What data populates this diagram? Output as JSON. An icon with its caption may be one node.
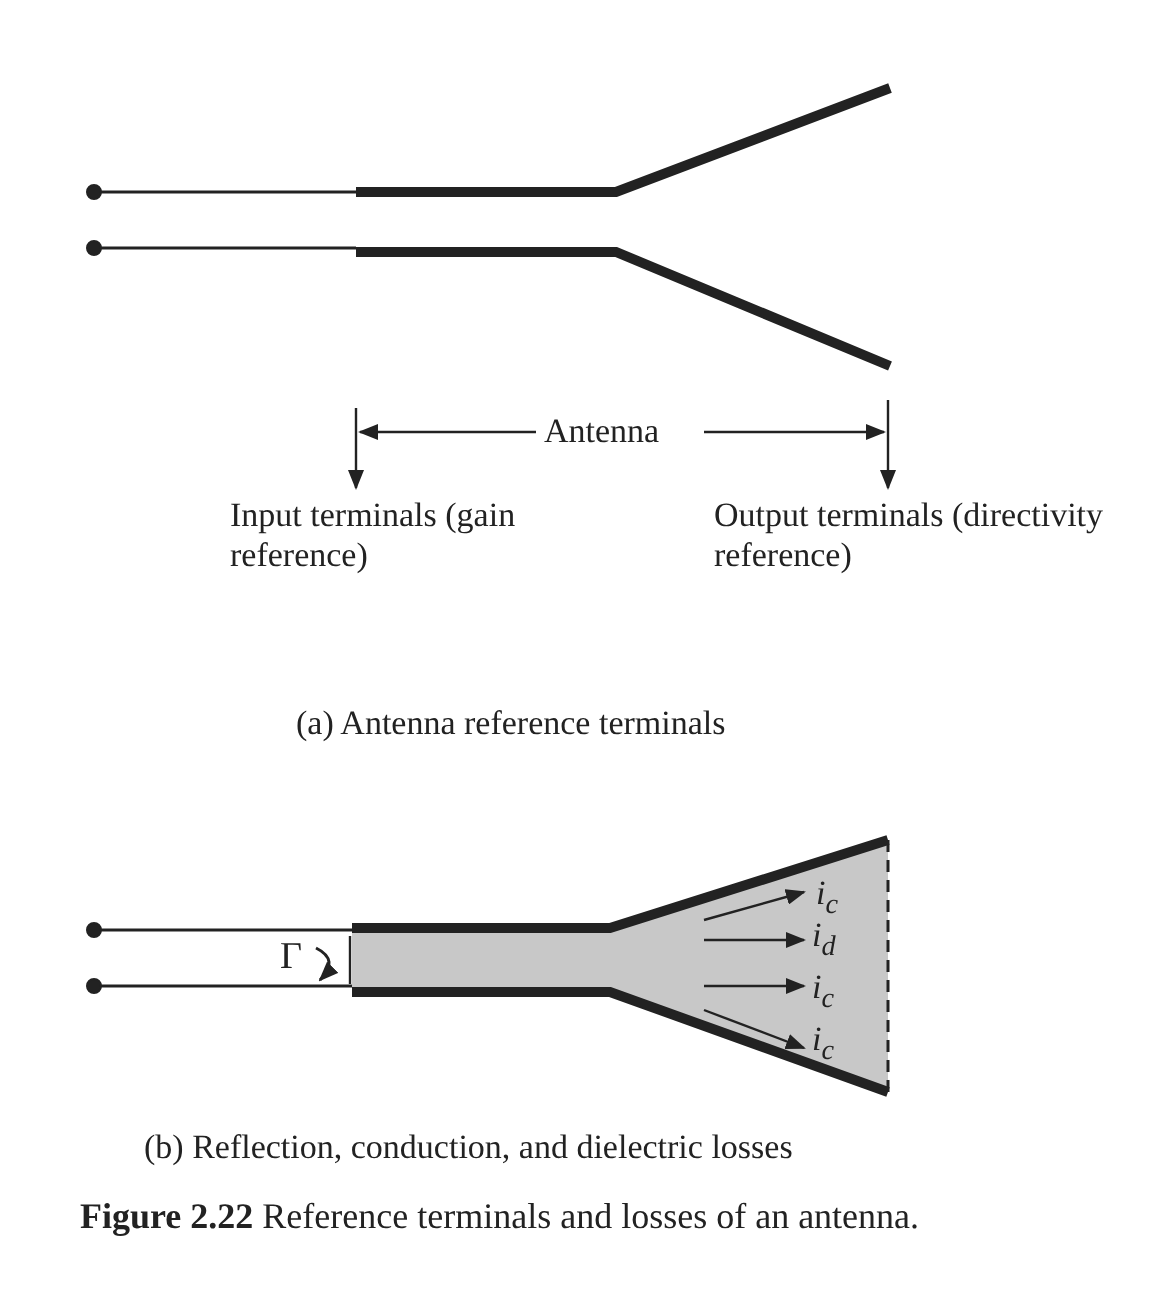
{
  "diagram": {
    "caption": "**Figure 2.22** Reference terminals and losses of an antenna.",
    "labels": [
      "Antenna",
      "Input terminals (gain reference)",
      "Output terminals (directivity reference)",
      "(a) Antenna reference terminals",
      "Γ",
      "i$_{c}$",
      "i$_{d}$",
      "i$_{c}$",
      "i$_{c}$",
      "(b) Reflection, conduction, and dielectric losses"
    ]
  }
}
